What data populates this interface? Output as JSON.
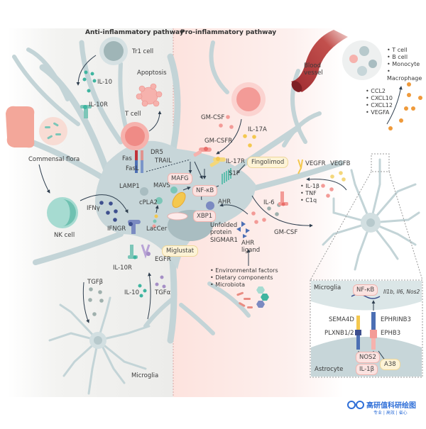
{
  "headers": {
    "anti": "Anti-inflammatory pathway",
    "pro": "Pro-inflammatory pathway"
  },
  "anti": {
    "tr1_cell": "Tr1 cell",
    "il10_top": "IL-10",
    "il10r_top": "IL-10R",
    "apoptosis": "Apoptosis",
    "t_cell": "T cell",
    "commensal_flora": "Commensal flora",
    "nk_cell": "NK cell",
    "ifng": "IFNγ",
    "ifngr": "IFNGR",
    "dr5": "DR5",
    "fas": "Fas",
    "trail": "TRAIL",
    "fasl": "FasL",
    "lamp1": "LAMP1",
    "mavs": "MAVS",
    "cpla2": "cPLA2",
    "laccer": "LacCer",
    "miglustat": "Miglustat",
    "egfr": "EGFR",
    "il10r_bottom": "IL-10R",
    "tgfb": "TGFβ",
    "il10_bottom": "IL-10",
    "tgfa": "TGFα",
    "microglia": "Microglia"
  },
  "pro": {
    "gm_csf_top": "GM-CSF",
    "gm_csfr": "GM-CSFR",
    "il17a": "IL-17A",
    "il17r": "IL-17R",
    "fingolimod": "Fingolimod",
    "s1p": "S1P",
    "mafg": "MAFG",
    "nfkb": "NF-κB",
    "ahr": "AHR",
    "xbp1": "XBP1",
    "unfolded_protein": "Unfolded protein",
    "sigmar1": "SIGMAR1",
    "ahr_ligand": "AHR ligand",
    "ahr_sources": [
      "Environmental factors",
      "Dietary components",
      "Microbiota"
    ],
    "il6": "IL-6",
    "gm_csf_bottom": "GM-CSF",
    "vegfr": "VEGFR",
    "vegfb": "VEGFB",
    "astro_factors": [
      "IL-1β",
      "TNF",
      "C1q"
    ],
    "blood_vessel": "Blood vessel",
    "immune_cells": [
      "T cell",
      "B cell",
      "Monocyte",
      "Macrophage"
    ],
    "chemokines": [
      "CCL2",
      "CXCL10",
      "CXCL12",
      "VEGFA"
    ]
  },
  "inset": {
    "microglia": "Microglia",
    "nfkb": "NF-κB",
    "genes": "Il1b, Il6, Nos2",
    "sema4d": "SEMA4D",
    "ephrinb3": "EPHRINB3",
    "plxnb": "PLXNB1/2",
    "ephb3": "EPHB3",
    "nos2": "NOS2",
    "il1b": "IL-1β",
    "a38": "A38",
    "astrocyte": "Astrocyte"
  },
  "watermark": {
    "title": "高研值科研绘图",
    "subtitle": "专业 | 高效 | 省心"
  },
  "colors": {
    "anti_bg": "#eeeeeb",
    "pro_bg": "#fde8e4",
    "microglia": "#c7d6d9",
    "microglia_line": "#a9c0c5",
    "pink": "#f39b97",
    "teal": "#3fb5a0",
    "navy": "#3e4f8e",
    "yellow": "#f4c84f",
    "orange": "#ef9a3b",
    "purple": "#a58fc6",
    "grey_dot": "#9fb0ad",
    "vessel": "#b5383b",
    "arrow": "#2e3e4e"
  }
}
